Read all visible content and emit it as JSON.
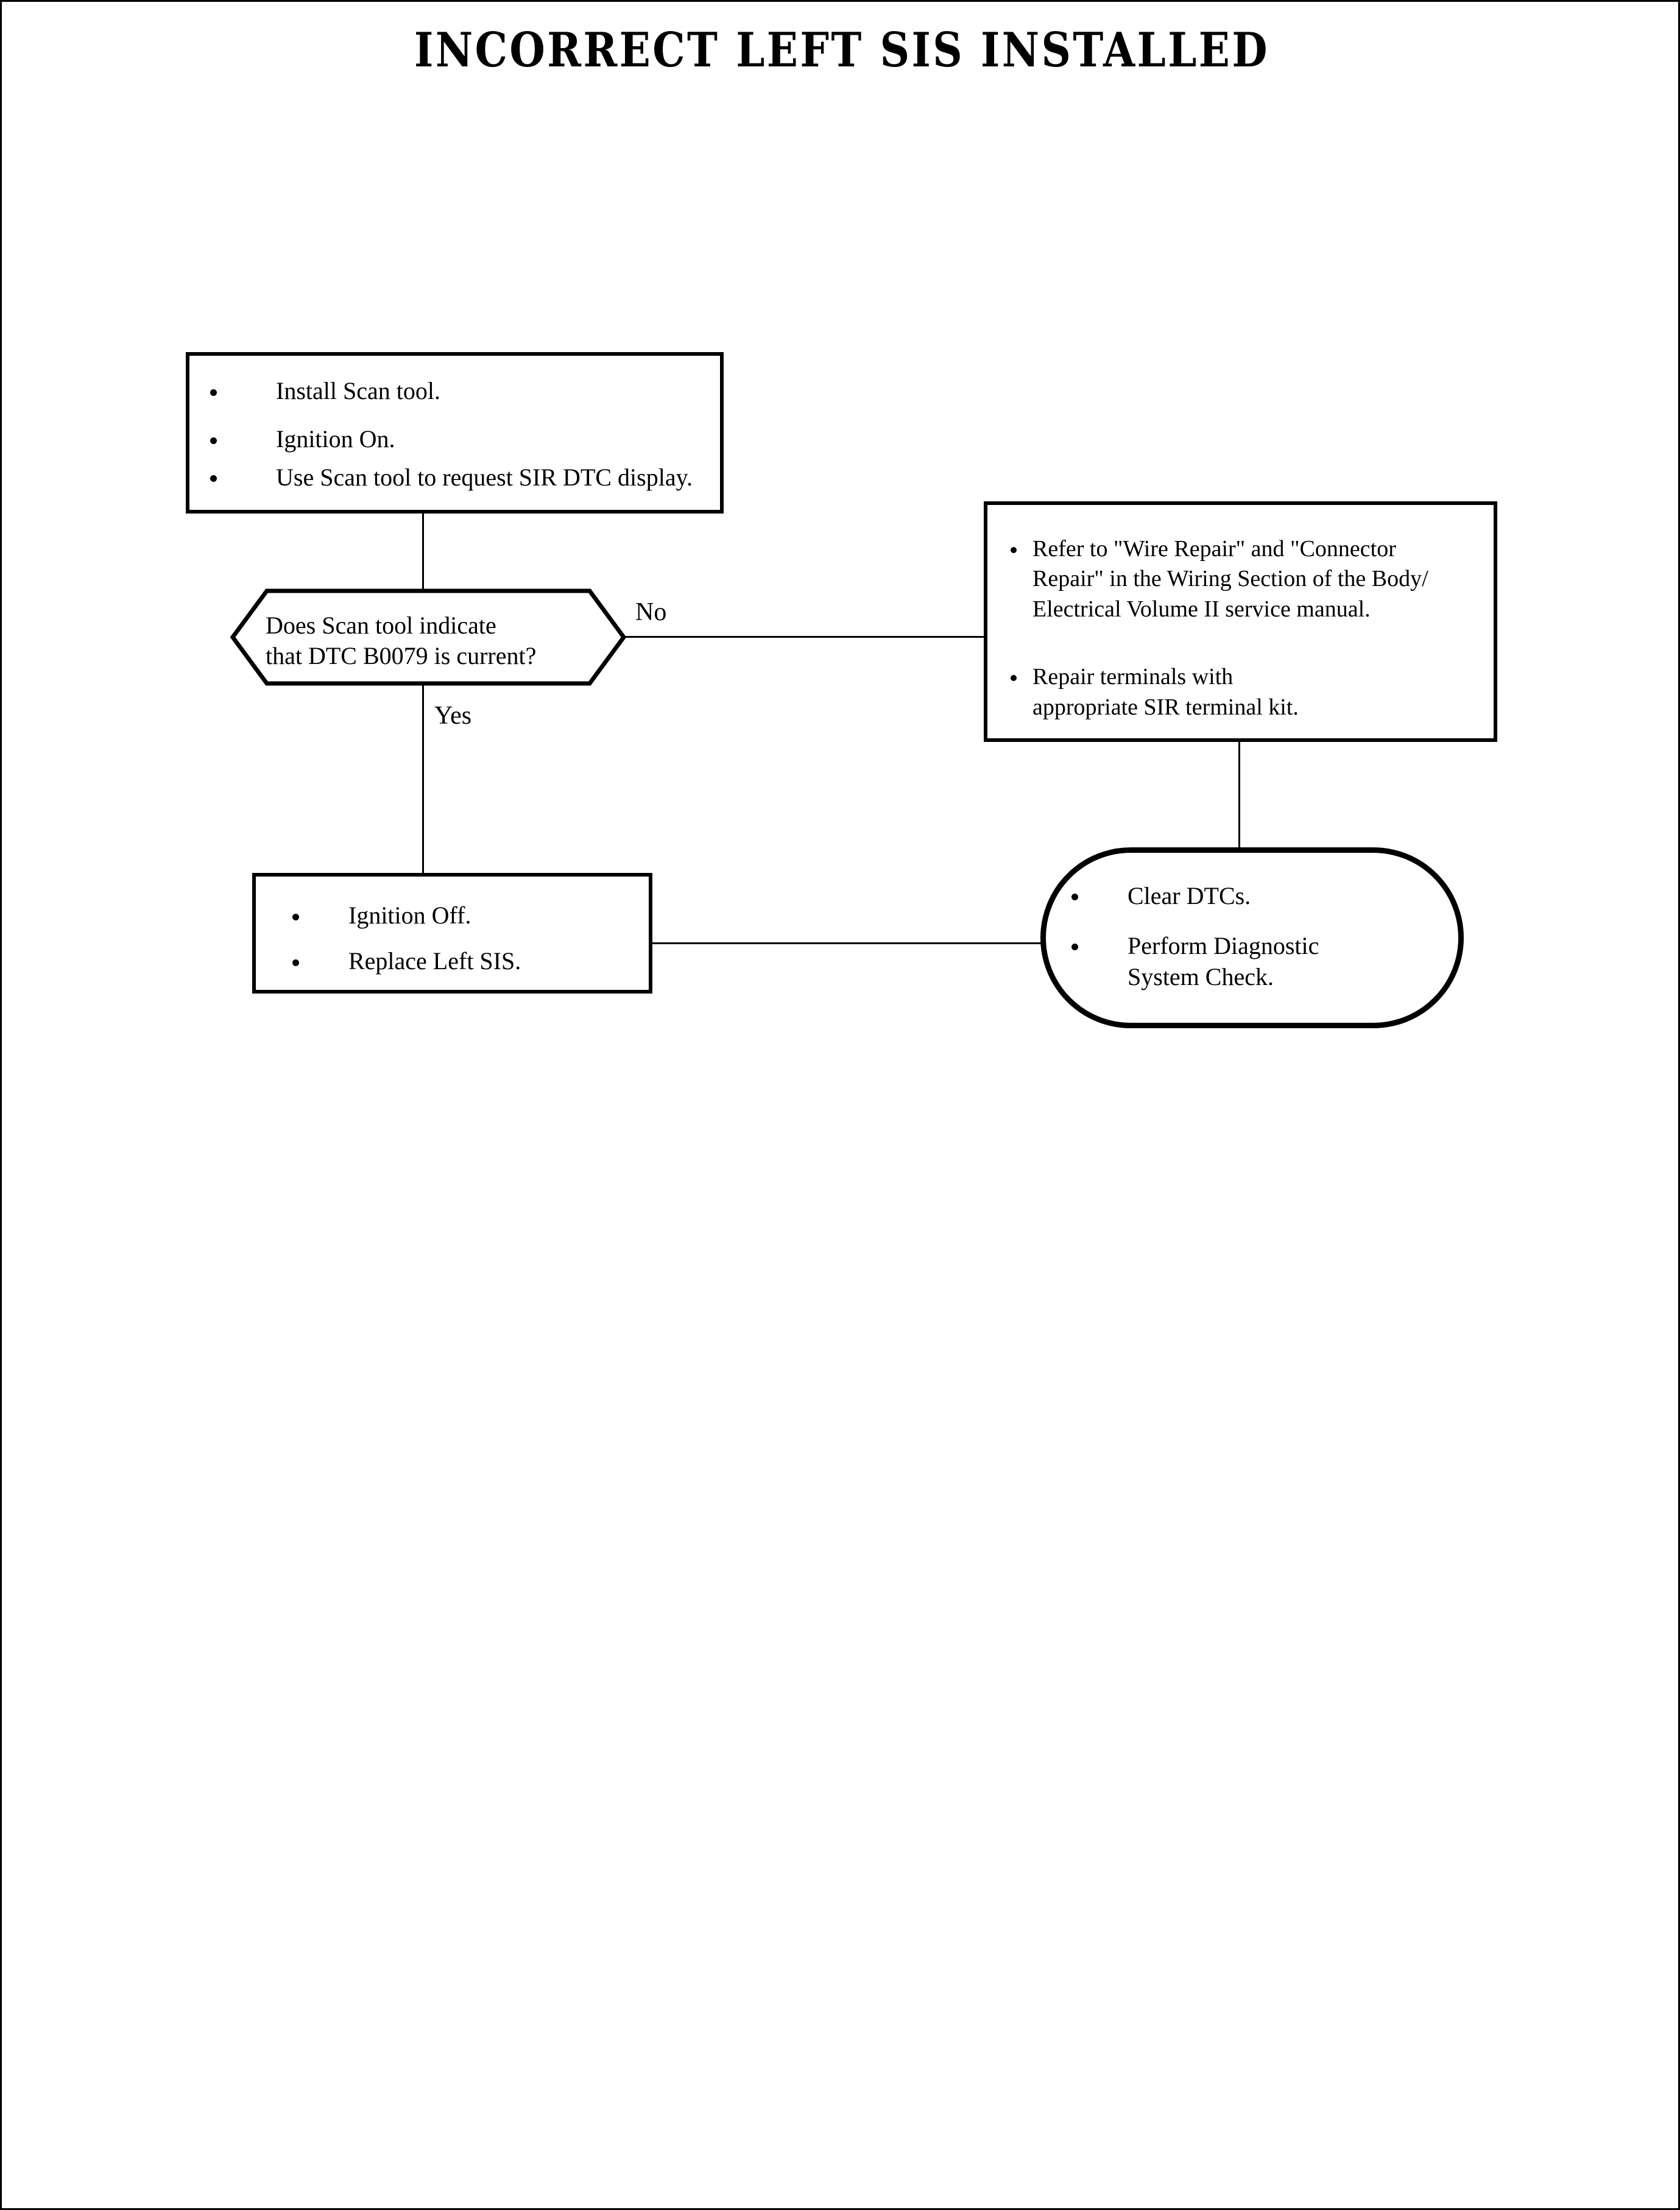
{
  "title": "INCORRECT LEFT SIS INSTALLED",
  "diagram": {
    "type": "flowchart",
    "nodes": {
      "scan_setup": {
        "shape": "process",
        "bullets": [
          "Install Scan tool.",
          "Ignition On.",
          "Use Scan tool to request SIR DTC display."
        ]
      },
      "decision": {
        "shape": "decision",
        "line1": "Does Scan tool indicate",
        "line2": "that DTC B0079 is current?"
      },
      "wire_repair": {
        "shape": "process",
        "bullets": [
          "Refer to \"Wire Repair\" and \"Connector Repair\" in the Wiring Section of the Body/ Electrical Volume II service manual.",
          "Repair terminals with appropriate SIR terminal kit."
        ],
        "bullet_lines": [
          [
            "Refer to \"Wire Repair\" and \"Connector",
            "Repair\" in the Wiring Section of the Body/",
            "Electrical Volume II service manual."
          ],
          [
            "Repair terminals with",
            "appropriate SIR terminal kit."
          ]
        ]
      },
      "replace_sis": {
        "shape": "process",
        "bullets": [
          "Ignition Off.",
          "Replace Left SIS."
        ]
      },
      "clear_dtcs": {
        "shape": "terminator",
        "bullets": [
          "Clear DTCs.",
          "Perform Diagnostic System Check."
        ],
        "bullet_lines": [
          [
            "Clear DTCs."
          ],
          [
            "Perform Diagnostic",
            "System Check."
          ]
        ]
      }
    },
    "edge_labels": {
      "no": "No",
      "yes": "Yes"
    },
    "colors": {
      "ink": "#000000",
      "paper": "#ffffff"
    }
  }
}
